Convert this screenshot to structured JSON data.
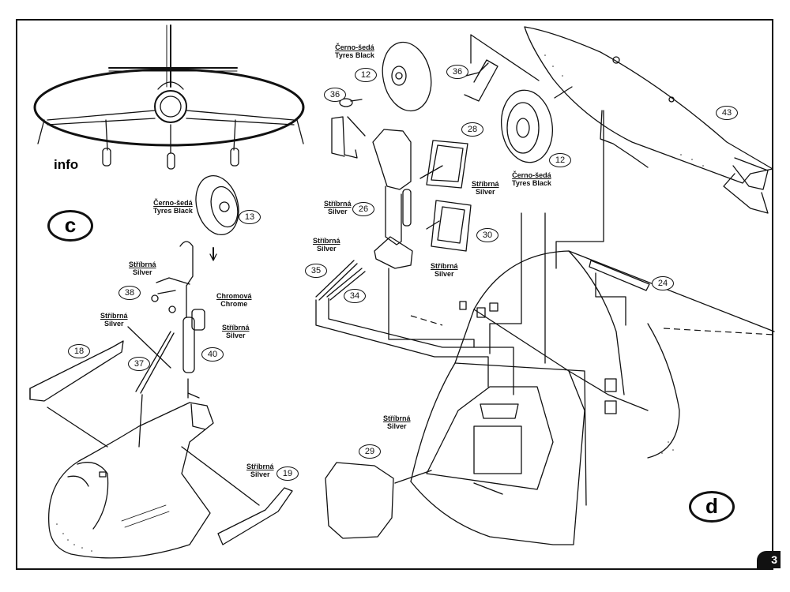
{
  "info_label": "info",
  "steps": {
    "c": "c",
    "d": "d"
  },
  "page_number": "3",
  "parts": {
    "p12a": "12",
    "p12b": "12",
    "p13": "13",
    "p18": "18",
    "p19": "19",
    "p24": "24",
    "p26": "26",
    "p28": "28",
    "p29": "29",
    "p30": "30",
    "p34": "34",
    "p35": "35",
    "p36a": "36",
    "p36b": "36",
    "p37": "37",
    "p38": "38",
    "p40": "40",
    "p43": "43"
  },
  "colors": {
    "cerno_seda": {
      "line1": "Černo-šedá",
      "line2": "Tyres Black"
    },
    "stribrna": {
      "line1": "Stříbrná",
      "line2": "Silver"
    },
    "chromova": {
      "line1": "Chromová",
      "line2": "Chrome"
    }
  },
  "icons": [
    "aircraft-front-view-drawing",
    "exploded-assembly-drawing"
  ]
}
